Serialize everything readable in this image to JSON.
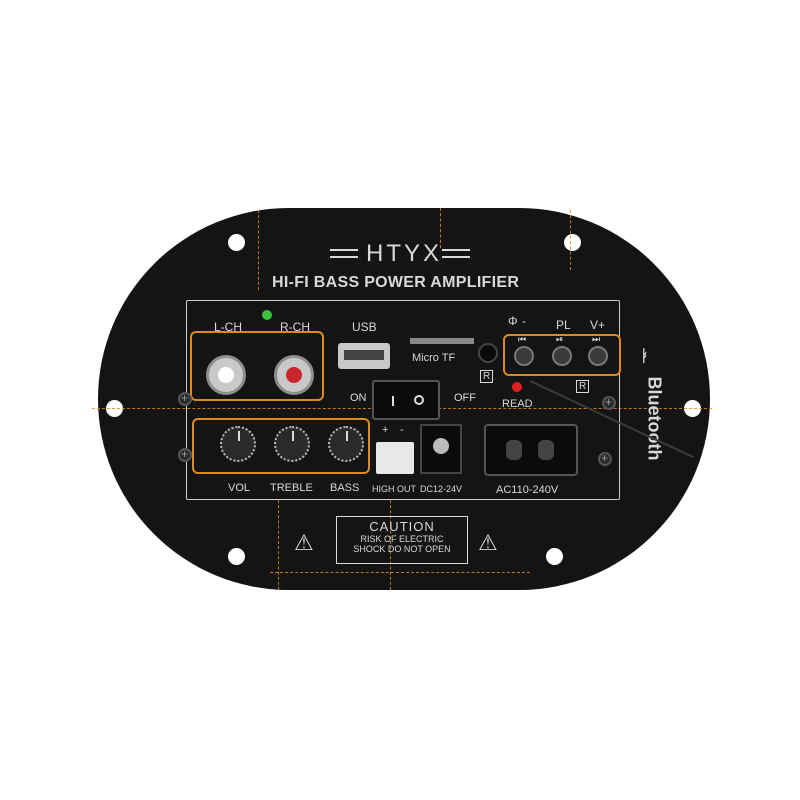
{
  "brand": "HTYX",
  "subtitle": "HI-FI  BASS POWER AMPLIFIER",
  "labels": {
    "lch": "L-CH",
    "rch": "R-CH",
    "usb": "USB",
    "micro_tf": "Micro TF",
    "on": "ON",
    "off": "OFF",
    "read": "READ",
    "pl": "PL",
    "vplus": "V+",
    "vol": "VOL",
    "treble": "TREBLE",
    "bass": "BASS",
    "high_out": "HIGH OUT",
    "dc": "DC12-24V",
    "ac": "AC110-240V",
    "bluetooth": "Bluetooth",
    "r_mark": "R",
    "plus": "+",
    "minus": "-"
  },
  "caution": {
    "title": "CAUTION",
    "line1": "RISK OF ELECTRIC",
    "line2": "SHOCK DO NOT OPEN"
  },
  "colors": {
    "board": "#141414",
    "highlight": "#e08a1d",
    "rca_right_core": "#c8262c",
    "rca_left_core": "#ffffff",
    "read_led": "#e02020",
    "status_led": "#3cc43c"
  },
  "icons": [
    "bluetooth-icon",
    "warning-icon",
    "prev-track-icon",
    "play-pause-icon",
    "next-track-icon",
    "micro-usb-icon"
  ]
}
